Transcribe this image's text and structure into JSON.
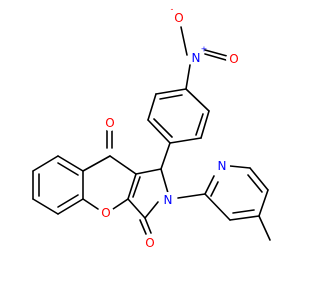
{
  "atoms": {
    "nitro_n": {
      "symbol": "N",
      "charge": "+",
      "color": "#0000ff"
    },
    "nitro_o_minus": {
      "symbol": "O",
      "charge": "-",
      "color": "#ff0000"
    },
    "nitro_o": {
      "symbol": "O",
      "color": "#ff0000"
    },
    "carbonyl_o_top": {
      "symbol": "O",
      "color": "#ff0000"
    },
    "carbonyl_o_bottom": {
      "symbol": "O",
      "color": "#ff0000"
    },
    "ring_o": {
      "symbol": "O",
      "color": "#ff0000"
    },
    "pyrrole_n": {
      "symbol": "N",
      "color": "#0000ff"
    },
    "pyridine_n": {
      "symbol": "N",
      "color": "#0000ff"
    }
  }
}
